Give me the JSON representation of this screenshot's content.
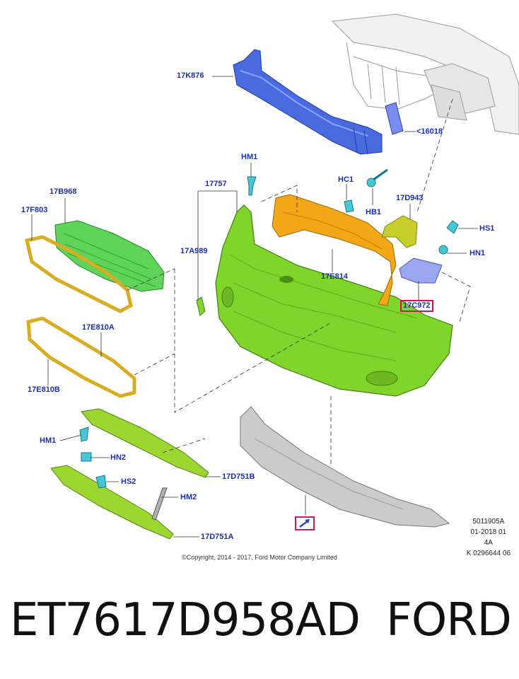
{
  "labels": {
    "17K876": "17K876",
    "16018": "<16018",
    "HM1_top": "HM1",
    "17757": "17757",
    "HC1": "HC1",
    "HB1": "HB1",
    "17D943": "17D943",
    "17B968": "17B968",
    "17F803": "17F803",
    "17A989": "17A989",
    "HS1": "HS1",
    "HN1": "HN1",
    "17E814": "17E814",
    "17C972": "17C972",
    "17E810A": "17E810A",
    "17E810B": "17E810B",
    "HM1_bottom": "HM1",
    "HN2": "HN2",
    "HS2": "HS2",
    "HM2": "HM2",
    "17D751B": "17D751B",
    "17D751A": "17D751A"
  },
  "meta": {
    "line1": "5011905A",
    "line2": "01-2018 01",
    "line3": "4A",
    "line4": "K 0296644 06"
  },
  "copyright": "©Copyright, 2014 - 2017, Ford Motor Company Limited",
  "part_number": "ET7617D958AD",
  "brand": "FORD",
  "colors": {
    "label": "#1a2fb0",
    "highlight_box": "#d4115a",
    "bumper_green": "#7ed321",
    "grille_green": "#5cd65c",
    "bracket_orange": "#f0a818",
    "frame_yellow": "#e8c23a",
    "reinforcement_blue": "#4466dd",
    "clip_cyan": "#3ec6d8",
    "lavender": "#9aa6f0",
    "undertray_gray": "#c9c9c9"
  }
}
